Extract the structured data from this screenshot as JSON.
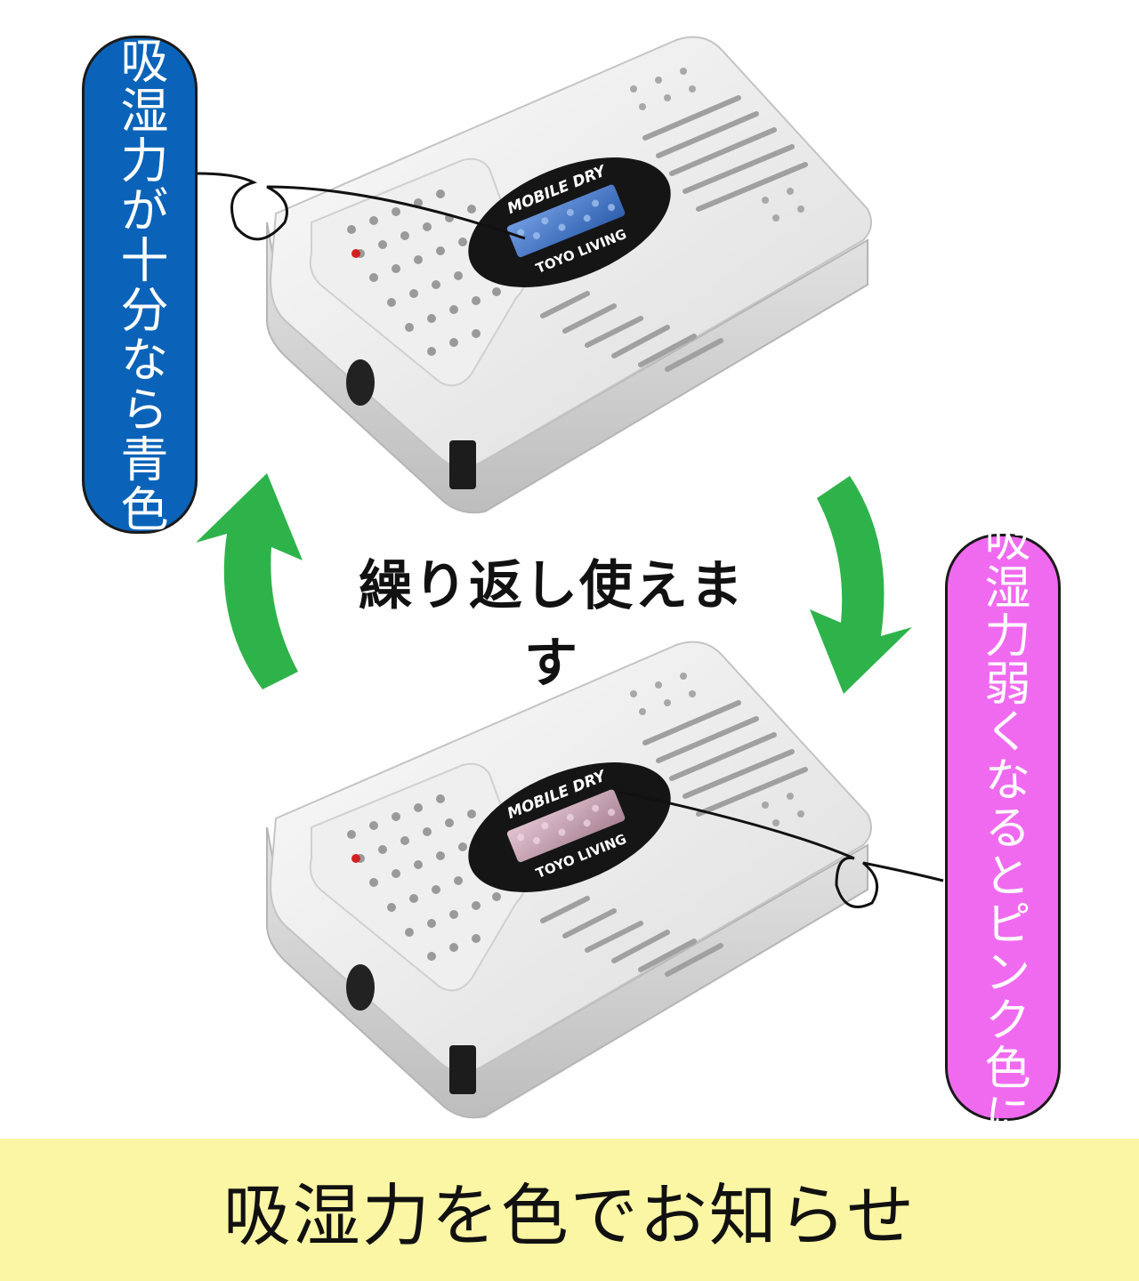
{
  "labels": {
    "blue_bubble": "吸湿力が十分なら青色",
    "pink_bubble": "吸湿力弱くなるとピンク色に",
    "center_caption": "繰り返し使えます",
    "bottom_banner": "吸湿力を色でお知らせ"
  },
  "device": {
    "brand_top": "MOBILE DRY",
    "brand_bottom": "TOYO LIVING"
  },
  "colors": {
    "blue_bubble": "#0a63b8",
    "pink_bubble": "#f06af0",
    "arrow_green": "#2db34a",
    "banner_yellow": "#fbf6a4",
    "indicator_blue": "#4a7fd1",
    "indicator_pink": "#c9a2b6"
  }
}
